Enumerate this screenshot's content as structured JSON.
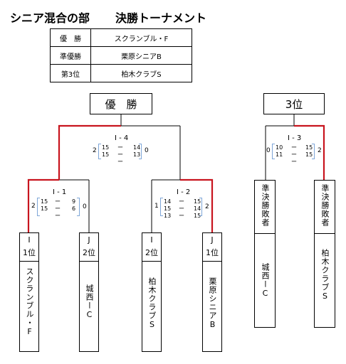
{
  "header": {
    "division": "シニア混合の部",
    "section": "決勝トーナメント"
  },
  "results": [
    {
      "rank": "優　勝",
      "team": "スクランブル・F"
    },
    {
      "rank": "準優勝",
      "team": "栗原シニアB"
    },
    {
      "rank": "第3位",
      "team": "柏木クラブS"
    }
  ],
  "final_label": "優　勝",
  "third_label": "3位",
  "matches": {
    "i4": {
      "label": "I - 4",
      "left_total": "2",
      "right_total": "0",
      "rows": [
        [
          "15",
          "14"
        ],
        [
          "15",
          "13"
        ]
      ]
    },
    "i1": {
      "label": "I - 1",
      "left_total": "2",
      "right_total": "0",
      "rows": [
        [
          "15",
          "9"
        ],
        [
          "15",
          "6"
        ]
      ]
    },
    "i2": {
      "label": "I - 2",
      "left_total": "1",
      "right_total": "2",
      "rows": [
        [
          "14",
          "15"
        ],
        [
          "15",
          "14"
        ],
        [
          "13",
          "15"
        ]
      ]
    },
    "i3": {
      "label": "I - 3",
      "left_total": "0",
      "right_total": "2",
      "rows": [
        [
          "10",
          "15"
        ],
        [
          "11",
          "15"
        ]
      ]
    }
  },
  "dash": "ー",
  "teams": [
    {
      "group": "I",
      "place": "1位",
      "name": "スクランブル・F"
    },
    {
      "group": "J",
      "place": "2位",
      "name": "城西ーC"
    },
    {
      "group": "I",
      "place": "2位",
      "name": "柏木クラブS"
    },
    {
      "group": "J",
      "place": "1位",
      "name": "栗原シニアB"
    }
  ],
  "semifinal_losers": [
    {
      "label": "準決勝敗者",
      "name": "城西ーC"
    },
    {
      "label": "準決勝敗者",
      "name": "柏木クラブS"
    }
  ],
  "colors": {
    "winner_line": "#c8141e",
    "line": "#000000",
    "score_bracket": "#7ea6d8"
  }
}
